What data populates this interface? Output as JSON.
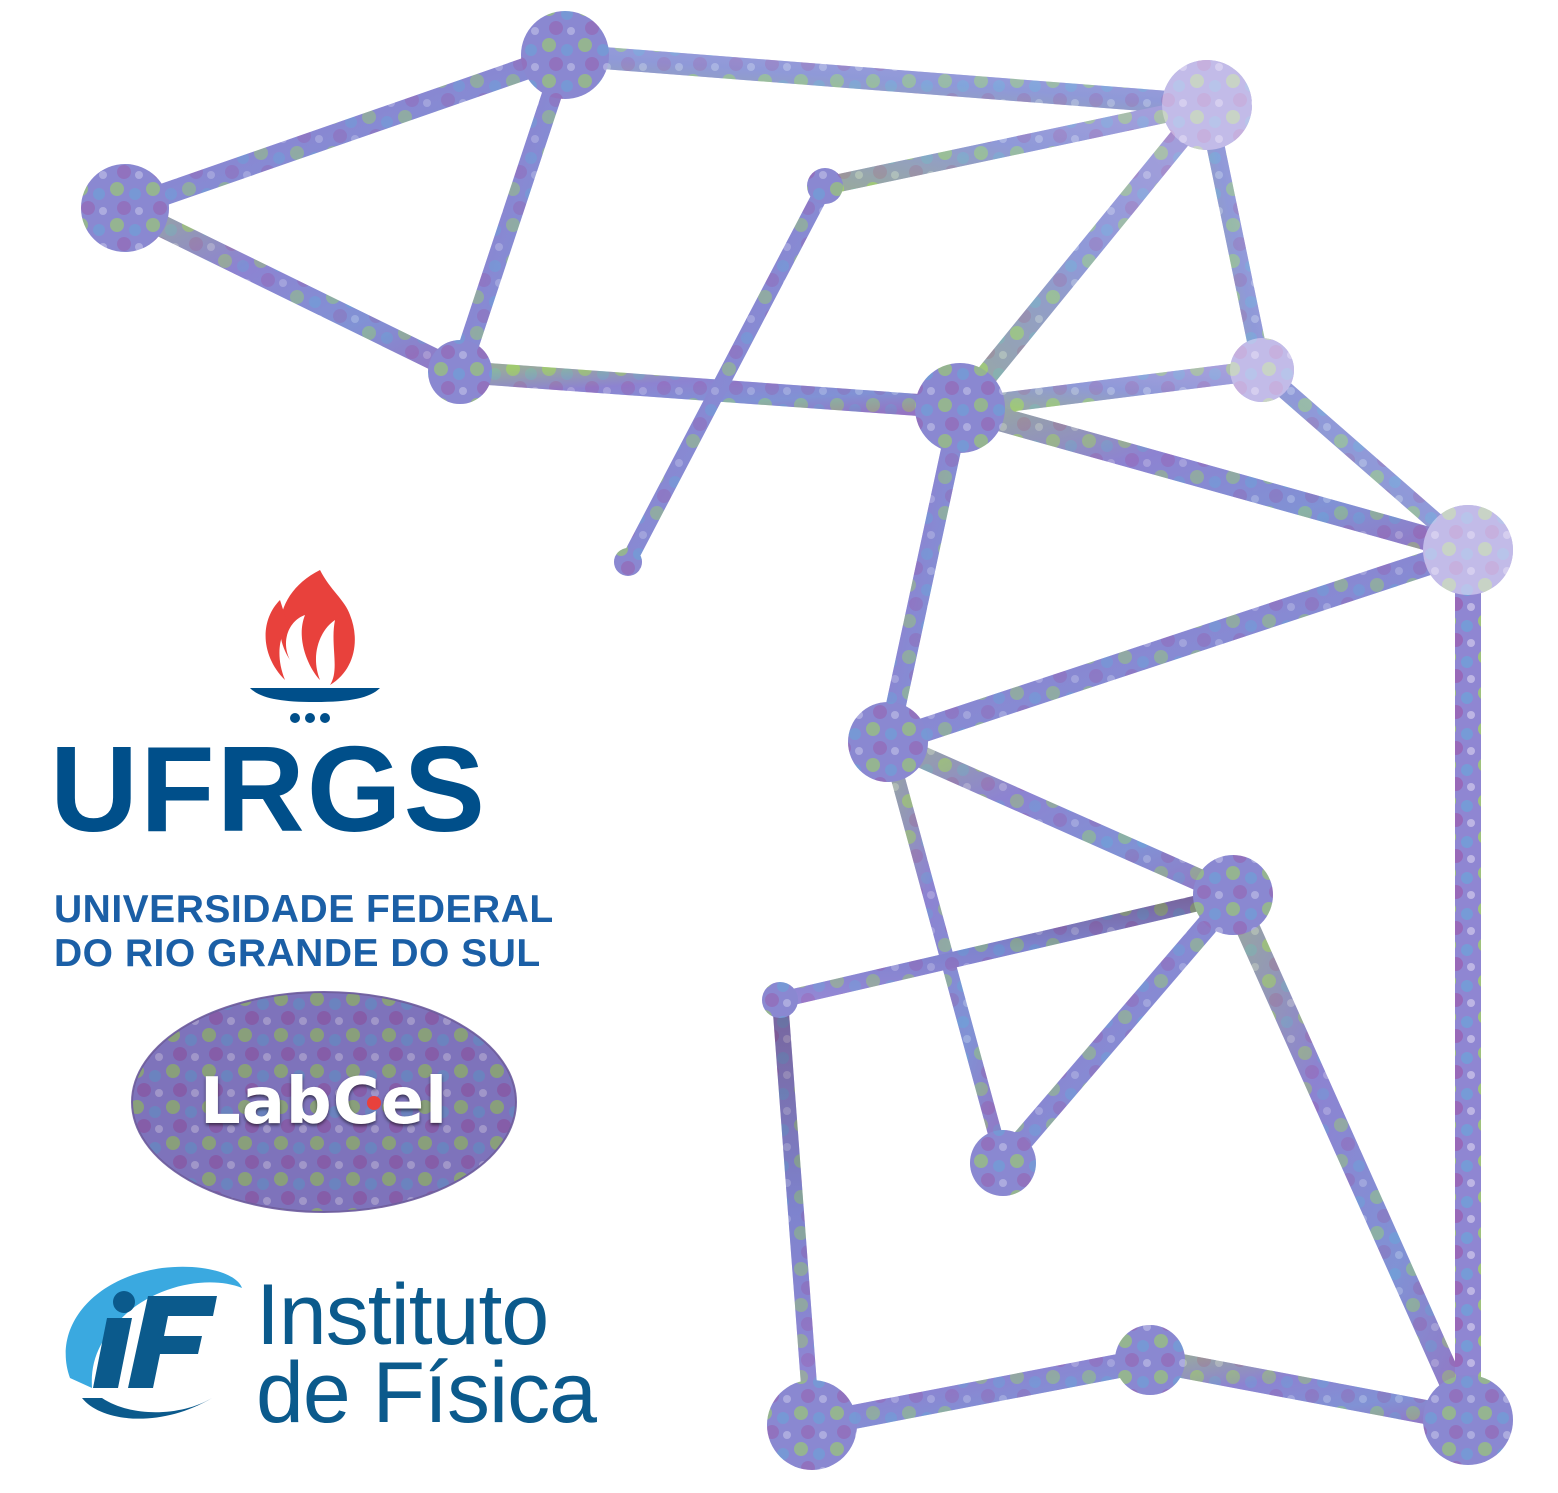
{
  "logos": {
    "ufrgs": {
      "acronym": "UFRGS",
      "line1": "UNIVERSIDADE FEDERAL",
      "line2": "DO RIO GRANDE DO SUL",
      "colors": {
        "blue": "#004f8a",
        "flame": "#e8413c"
      }
    },
    "labcel": {
      "text": "LabCel"
    },
    "instituto": {
      "line1": "Instituto",
      "line2": "de Física",
      "colors": {
        "blue": "#0b5a8c",
        "light": "#3aa9e0"
      }
    }
  },
  "network": {
    "colors": [
      "#8a7fd0",
      "#6fa0d8",
      "#a3d460",
      "#9a5fb0",
      "#5a7fc0",
      "#c8c0e8"
    ],
    "icon": "textured-network-graph"
  }
}
